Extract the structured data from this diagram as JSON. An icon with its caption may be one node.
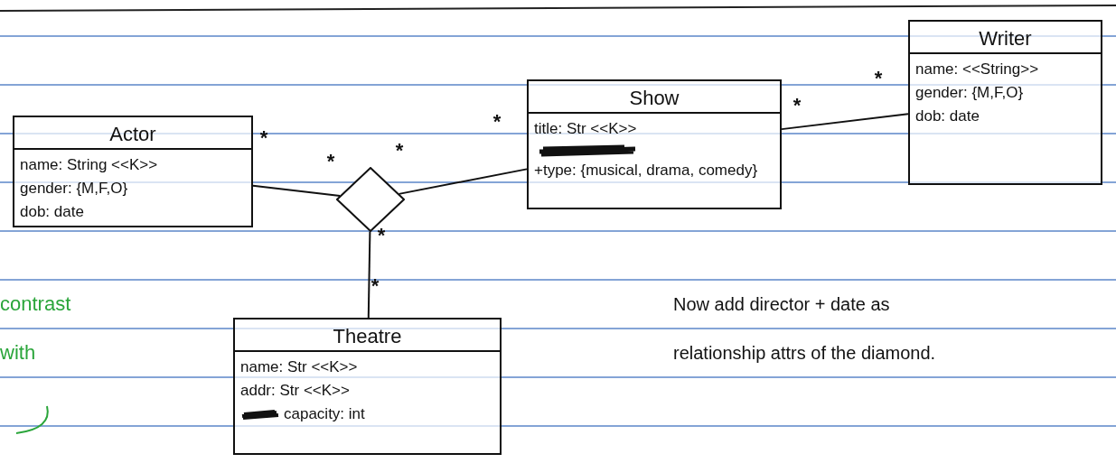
{
  "diagram": {
    "nodes": [
      {
        "text": [
          "Actor",
          "name: String <<K>>",
          "gender: {M,F,O}",
          "dob: date"
        ]
      },
      {
        "text": [
          "Show",
          "title: Str <<K>>",
          "+type: {musical, drama, comedy}"
        ]
      },
      {
        "text": [
          "Writer",
          "name: <<String>>",
          "gender: {M,F,O}",
          "dob: date"
        ]
      },
      {
        "text": [],
        "shape": "diamond"
      },
      {
        "text": [
          "Theatre",
          "name: Str <<K>>",
          "addr: Str <<K>>",
          "capacity: int"
        ]
      }
    ],
    "edges": [
      {
        "from": 0,
        "to": 3,
        "arrow": "none"
      },
      {
        "from": 3,
        "to": 1,
        "arrow": "none"
      },
      {
        "from": 3,
        "to": 4,
        "arrow": "none"
      },
      {
        "from": 1,
        "to": 2,
        "arrow": "none"
      }
    ],
    "labels": [
      "*",
      "*",
      "*",
      "*",
      "*",
      "*",
      "*",
      "*",
      "contrast with",
      "Now add director + date as relationship attrs of the diamond."
    ]
  }
}
